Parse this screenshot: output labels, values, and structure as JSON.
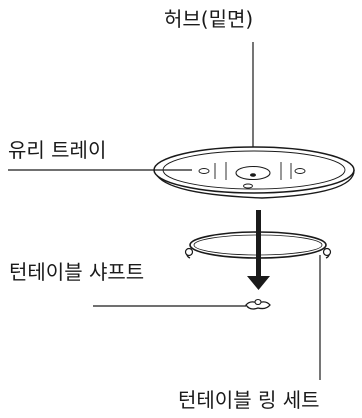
{
  "labels": {
    "hub": "허브(밑면)",
    "glass_tray": "유리 트레이",
    "turntable_shaft": "턴테이블 샤프트",
    "turntable_ring_set": "턴테이블 링 세트"
  }
}
